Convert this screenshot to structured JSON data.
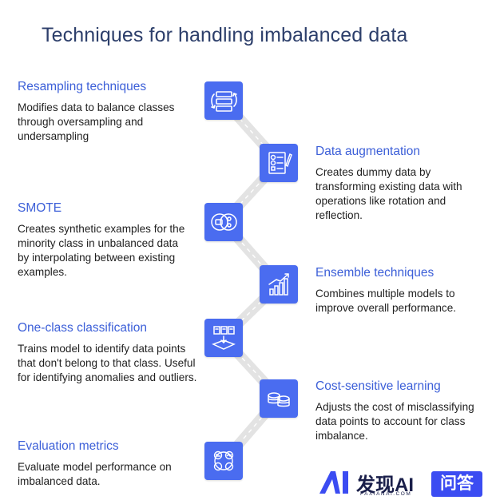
{
  "title": "Techniques for handling imbalanced data",
  "colors": {
    "accent": "#4a6cf0",
    "heading": "#3c5fd8",
    "title": "#2d3f6b",
    "connector": "#e3e3e3"
  },
  "steps": [
    {
      "heading": "Resampling techniques",
      "body": "Modifies data to balance classes through oversampling and undersampling",
      "icon": "resampling-icon"
    },
    {
      "heading": "Data augmentation",
      "body": "Creates dummy data by transforming existing data with operations like rotation and reflection.",
      "icon": "data-augmentation-icon"
    },
    {
      "heading": "SMOTE",
      "body": "Creates synthetic examples for the minority class in unbalanced data by interpolating between existing examples.",
      "icon": "smote-icon"
    },
    {
      "heading": "Ensemble techniques",
      "body": "Combines multiple models to improve overall performance.",
      "icon": "ensemble-chart-icon"
    },
    {
      "heading": "One-class classification",
      "body": "Trains model to identify data points that don't belong to that class. Useful for identifying anomalies and outliers.",
      "icon": "one-class-icon"
    },
    {
      "heading": "Cost-sensitive learning",
      "body": "Adjusts the cost of misclassifying data points to account for class imbalance.",
      "icon": "coins-icon"
    },
    {
      "heading": "Evaluation metrics",
      "body": "Evaluate model performance on imbalanced data.",
      "icon": "evaluation-metrics-icon"
    }
  ],
  "watermark": {
    "logo_text": "AI",
    "text": "发现AI",
    "sub": "FAXIANAI.COM",
    "badge": "问答"
  }
}
